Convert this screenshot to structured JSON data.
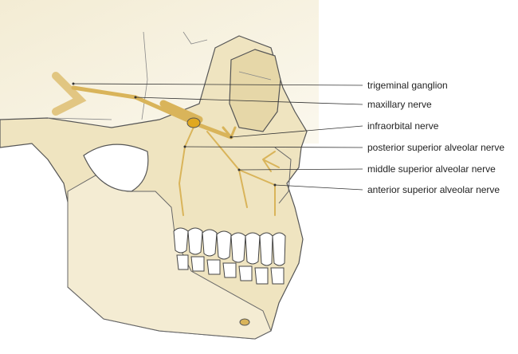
{
  "labels": [
    "trigeminal ganglion",
    "maxillary nerve",
    "infraorbital nerve",
    "posterior superior alveolar nerve",
    "middle superior alveolar nerve",
    "anterior superior alveolar nerve"
  ],
  "colors": {
    "bone": "#efe6c8",
    "bone_shade": "#e2d3a4",
    "nerve": "#d9b45a",
    "outline": "#555555",
    "leader": "#333333"
  }
}
